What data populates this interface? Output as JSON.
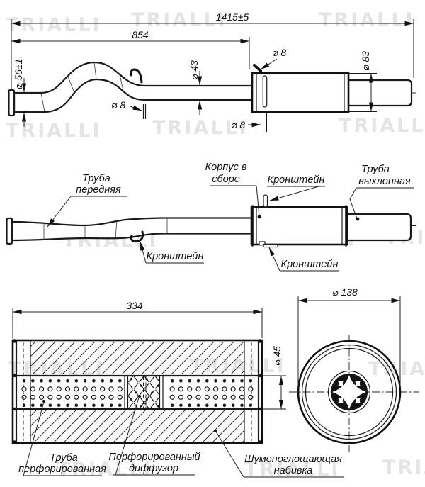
{
  "watermark": {
    "text": "TRIALLI"
  },
  "colors": {
    "line": "#1a1a1a",
    "background": "#ffffff",
    "watermark": "#bbbbbb"
  },
  "views": {
    "top": {
      "dims": {
        "overall": "1415±5",
        "front_length": "854",
        "inlet_diameter": "⌀ 56±1",
        "pipe_diameter": "⌀ 43",
        "bracket_hole": "⌀ 8",
        "hanger_pin": "⌀ 8",
        "pin_bottom": "⌀ 8",
        "body_diameter": "⌀ 83"
      }
    },
    "middle": {
      "labels": {
        "front_pipe": [
          "Труба",
          "передняя"
        ],
        "bracket_left": "Кронштейн",
        "body_assembly": [
          "Корпус в",
          "сборе"
        ],
        "bracket_top": "Кронштейн",
        "exhaust_pipe": [
          "Труба",
          "выхлопная"
        ],
        "bracket_bottom": "Кронштейн"
      }
    },
    "section": {
      "dims": {
        "body_length": "334",
        "inner_pipe_diameter": "⌀ 45"
      },
      "labels": {
        "perforated_pipe": [
          "Труба",
          "перфорированная"
        ],
        "perforated_diffuser": [
          "Перфорированный",
          "диффузор"
        ],
        "sound_padding": [
          "Шумопоглощающая",
          "набивка"
        ]
      }
    },
    "end": {
      "dims": {
        "outer_diameter": "⌀ 138"
      }
    }
  }
}
